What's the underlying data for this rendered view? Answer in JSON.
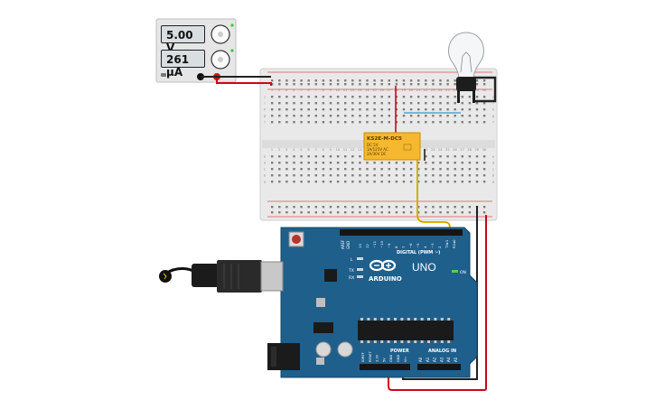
{
  "power_supply": {
    "voltage_readout": "5.00 V",
    "current_readout": "261 µA"
  },
  "relay": {
    "model": "KS2E-M-DC5",
    "spec_line_1": "DC 5V",
    "spec_line_2": "1A/125V AC",
    "spec_line_3": "2A/30V DC"
  },
  "arduino": {
    "brand": "ARDUINO",
    "model": "UNO",
    "on_label": "ON",
    "digital_label": "DIGITAL (PWM ~)",
    "power_label": "POWER",
    "analog_label": "ANALOG IN",
    "aref_label": "AREF",
    "gnd_label": "GND",
    "l_label": "L",
    "tx_label": "TX",
    "rx_label": "RX",
    "digital_pins": [
      "13",
      "12",
      "~11",
      "~10",
      "~9",
      "8",
      "7",
      "~6",
      "~5",
      "4",
      "~3",
      "2",
      "TX▸1",
      "RX◂0"
    ],
    "power_pins": [
      "IOREF",
      "RESET",
      "3.3V",
      "5V",
      "GND",
      "GND",
      "Vin"
    ],
    "analog_pins": [
      "A0",
      "A1",
      "A2",
      "A3",
      "A4",
      "A5"
    ]
  },
  "breadboard": {
    "column_numbers": [
      "1",
      "2",
      "3",
      "4",
      "5",
      "6",
      "7",
      "8",
      "9",
      "10",
      "11",
      "12",
      "13",
      "14",
      "15",
      "16",
      "17",
      "18",
      "19",
      "20",
      "21",
      "22",
      "23",
      "24",
      "25",
      "26",
      "27",
      "28",
      "29",
      "30"
    ],
    "row_letters_top": [
      "j",
      "i",
      "h",
      "g",
      "f"
    ],
    "row_letters_bottom": [
      "e",
      "d",
      "c",
      "b",
      "a"
    ]
  },
  "colors": {
    "arduino_board": "#1f5f8c",
    "breadboard": "#e9e9e9",
    "relay_body": "#f5b82e",
    "wire_red": "#d0021b",
    "wire_black": "#222222",
    "wire_yellow": "#f2c200",
    "wire_blue": "#4aa8d8"
  },
  "icons": [
    "usb-cable-icon",
    "light-bulb-icon",
    "relay-icon",
    "reset-button-icon",
    "power-jack-icon"
  ]
}
